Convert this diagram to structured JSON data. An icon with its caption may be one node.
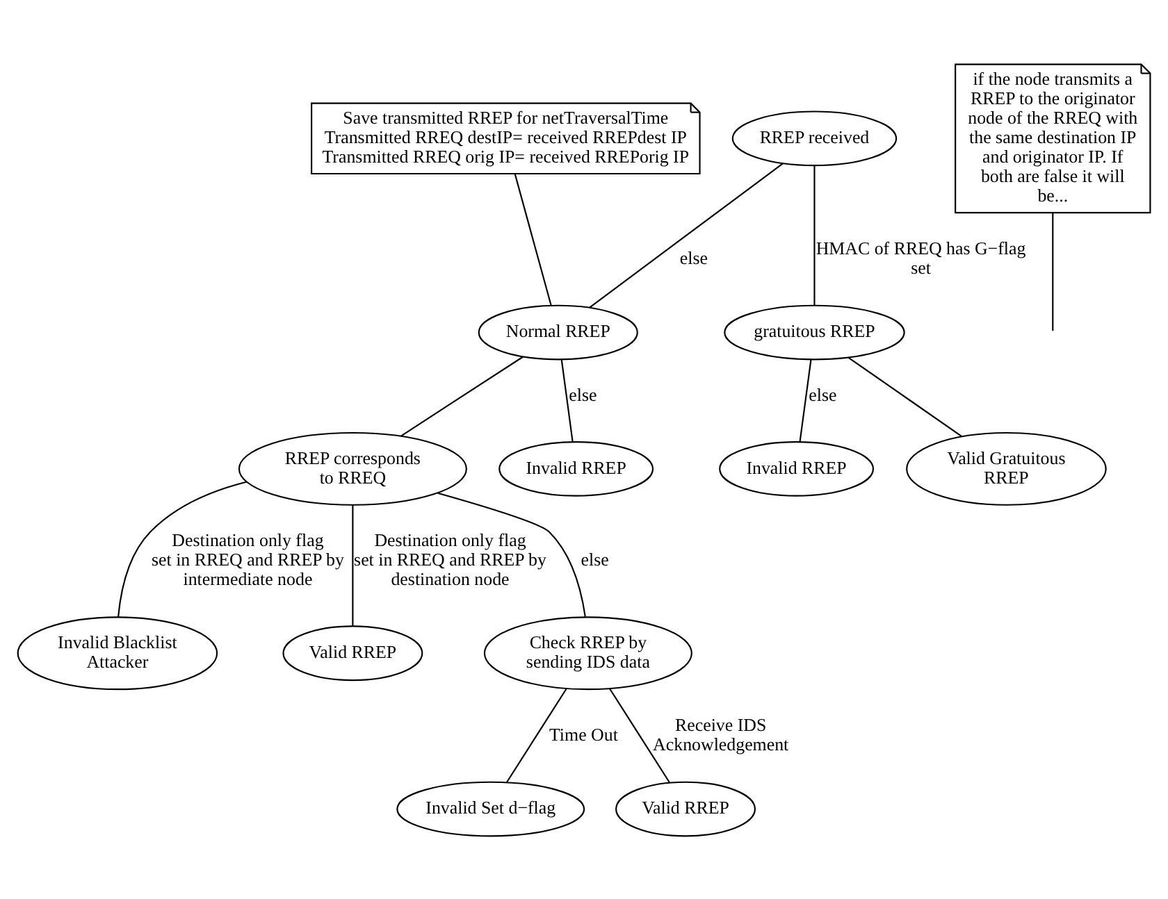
{
  "diagram": {
    "nodes": [
      {
        "text": [
          "RREP received"
        ]
      },
      {
        "text": [
          "Normal RREP"
        ]
      },
      {
        "text": [
          "gratuitous RREP"
        ]
      },
      {
        "text": [
          "RREP corresponds to RREQ"
        ]
      },
      {
        "text": [
          "Invalid RREP"
        ]
      },
      {
        "text": [
          "Invalid RREP"
        ]
      },
      {
        "text": [
          "Invalid Blacklist Attacker"
        ]
      },
      {
        "text": [
          "Valid RREP"
        ]
      },
      {
        "text": [
          "Check RREP by sending IDS data"
        ]
      },
      {
        "text": [
          "Invalid Set d−flag"
        ]
      },
      {
        "text": [
          "Valid RREP"
        ]
      },
      {
        "text": [
          "Valid Gratuitous RREP"
        ]
      },
      {
        "text": [
          "Save transmitted RREP for netTraversalTime Transmitted RREQ destIP= received RREPdest IP Transmitted RREQ orig IP= received RREPorig IP"
        ]
      },
      {
        "text": [
          "if the node transmits a RREP to the originator node of the RREQ with the same destination IP and originator IP. If both are false it will be..."
        ]
      }
    ],
    "edges": [
      {
        "from": 0,
        "to": 1,
        "arrow": "none",
        "label": "else"
      },
      {
        "from": 0,
        "to": 2,
        "arrow": "none",
        "label": "HMAC of RREQ has G−flag set"
      },
      {
        "from": 1,
        "to": 3,
        "arrow": "none"
      },
      {
        "from": 1,
        "to": 4,
        "arrow": "none",
        "label": "else"
      },
      {
        "from": 2,
        "to": 5,
        "arrow": "none",
        "label": "else"
      },
      {
        "from": 2,
        "to": 11,
        "arrow": "none"
      },
      {
        "from": 3,
        "to": 6,
        "arrow": "none",
        "label": "Destination only flag set in RREQ and RREP by intermediate node"
      },
      {
        "from": 3,
        "to": 7,
        "arrow": "none",
        "label": "Destination only flag set in RREQ and RREP by destination node"
      },
      {
        "from": 3,
        "to": 8,
        "arrow": "none",
        "label": "else"
      },
      {
        "from": 8,
        "to": 9,
        "arrow": "none",
        "label": "Time Out"
      },
      {
        "from": 8,
        "to": 10,
        "arrow": "none",
        "label": "Receive IDS Acknowledgement"
      },
      {
        "from": 12,
        "to": 1,
        "arrow": "none"
      },
      {
        "from": 13,
        "to": null,
        "arrow": "none"
      }
    ]
  }
}
